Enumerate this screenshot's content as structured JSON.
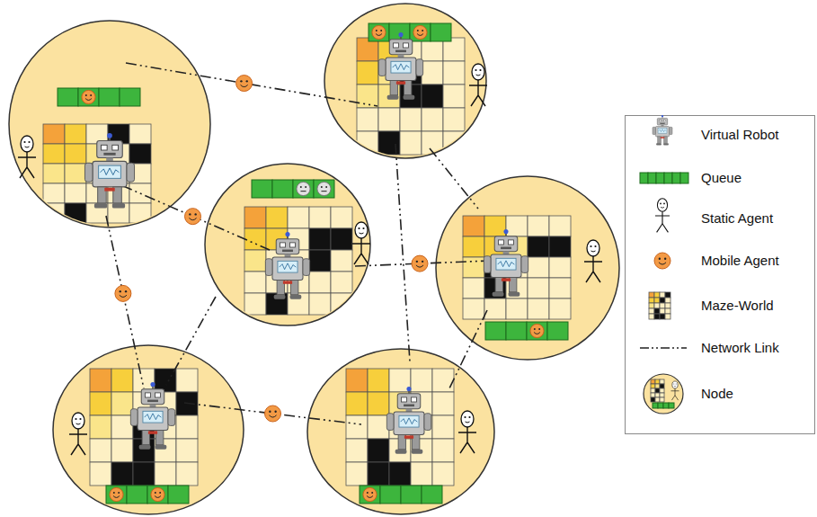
{
  "diagram": {
    "legend": [
      {
        "text": "Virtual Robot"
      },
      {
        "text": "Queue"
      },
      {
        "text": "Static Agent"
      },
      {
        "text": "Mobile Agent"
      },
      {
        "text": "Maze-World"
      },
      {
        "text": "Network Link"
      },
      {
        "text": "Node"
      }
    ]
  }
}
